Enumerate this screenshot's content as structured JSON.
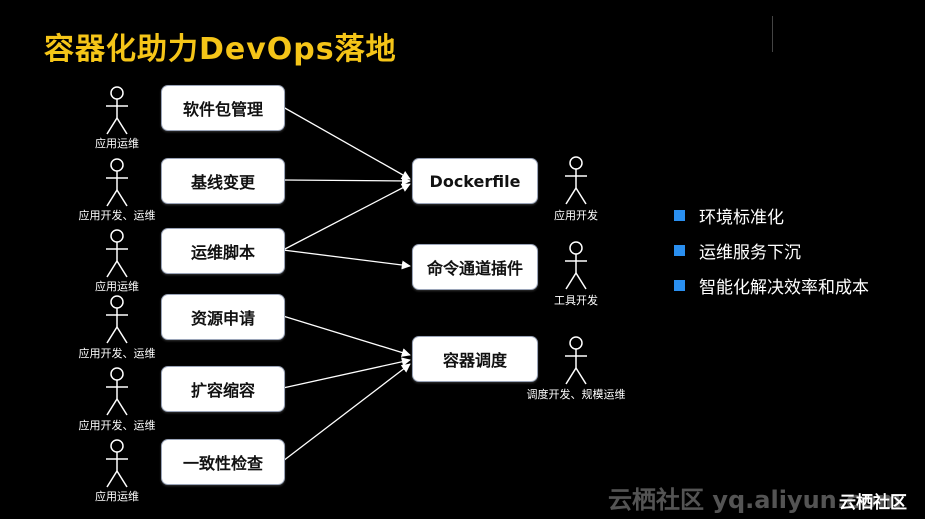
{
  "title": "容器化助力DevOps落地",
  "left_items": [
    {
      "label": "软件包管理",
      "role": "应用运维"
    },
    {
      "label": "基线变更",
      "role": "应用开发、运维"
    },
    {
      "label": "运维脚本",
      "role": "应用运维"
    },
    {
      "label": "资源申请",
      "role": "应用开发、运维"
    },
    {
      "label": "扩容缩容",
      "role": "应用开发、运维"
    },
    {
      "label": "一致性检查",
      "role": "应用运维"
    }
  ],
  "right_items": [
    {
      "label": "Dockerfile",
      "role": "应用开发"
    },
    {
      "label": "命令通道插件",
      "role": "工具开发"
    },
    {
      "label": "容器调度",
      "role": "调度开发、规模运维"
    }
  ],
  "bullets": [
    "环境标准化",
    "运维服务下沉",
    "智能化解决效率和成本"
  ],
  "watermark": "云栖社区 yq.aliyun.com",
  "logo": "云栖社区",
  "colors": {
    "title": "#f5c518",
    "bullet": "#2a8ff0"
  }
}
